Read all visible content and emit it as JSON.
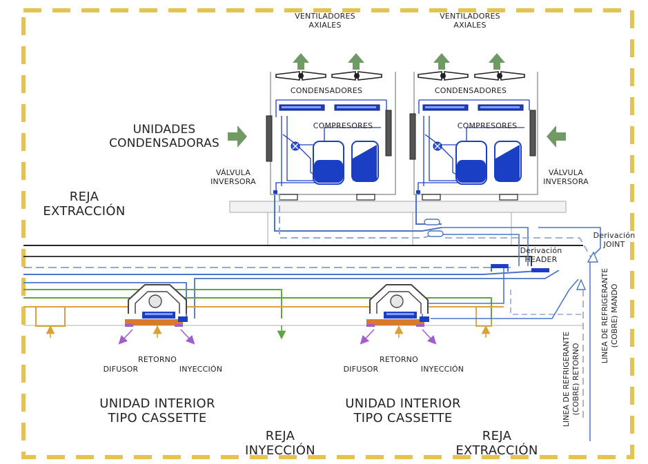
{
  "colors": {
    "frame": "#e6c24e",
    "unit_blue": "#1a3fc4",
    "pipe_blue": "#4a74c9",
    "pipe_dashed": "#8fa6df",
    "pipe_green": "#5ea63d",
    "pipe_orange": "#d9a13a",
    "arrow_green": "#6f9a63",
    "diffuser_purple": "#a35bd0",
    "outline_gray": "#9a9a9a"
  },
  "labels": {
    "fans_1": "VENTILADORES\nAXIALES",
    "fans_2": "VENTILADORES\nAXIALES",
    "condensers_1": "CONDENSADORES",
    "condensers_2": "CONDENSADORES",
    "compressors_1": "COMPRESORES",
    "compressors_2": "COMPRESORES",
    "condensing_units": "UNIDADES\nCONDENSADORAS",
    "valve_left": "VÁLVULA\nINVERSORA",
    "valve_right": "VÁLVULA\nINVERSORA",
    "grille_extraction_top": "REJA\nEXTRACCIÓN",
    "joint_branch": "Derivación\nJOINT",
    "header_branch": "Derivación\nHEADER",
    "return_1": "RETORNO",
    "diffuser_1": "DIFUSOR",
    "injection_1": "INYECCIÓN",
    "return_2": "RETORNO",
    "diffuser_2": "DIFUSOR",
    "injection_2": "INYECCIÓN",
    "indoor_unit_1": "UNIDAD INTERIOR\nTIPO CASSETTE",
    "indoor_unit_2": "UNIDAD INTERIOR\nTIPO CASSETTE",
    "grille_injection": "REJA\nINYECCIÓN",
    "grille_extraction_bottom": "REJA\nEXTRACCIÓN",
    "refrigerant_return_line": "LINEA DE REFRIGERANTE\n(COBRE) RETORNO",
    "refrigerant_supply_line": "LINEA DE REFRIGERANTE\n(COBRE) MANDO"
  }
}
